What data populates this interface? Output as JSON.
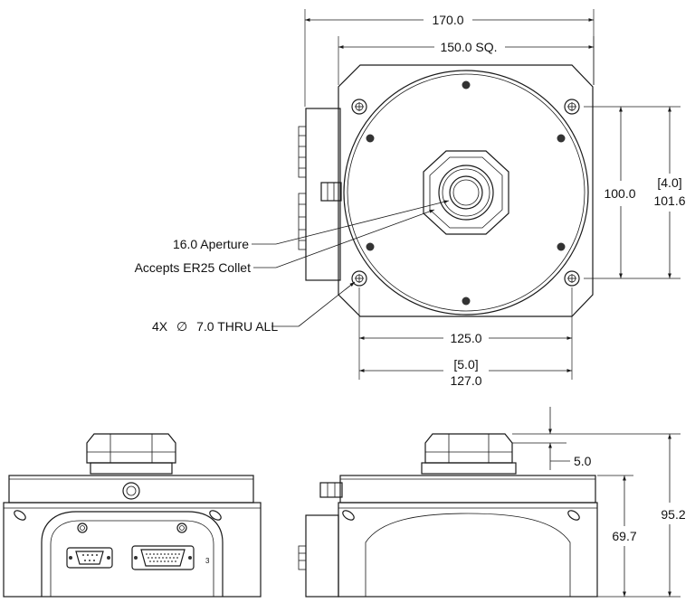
{
  "top_view": {
    "dims": {
      "overall_width": "170.0",
      "square": "150.0 SQ.",
      "hole_spacing_vertical": "100.0",
      "alt_vertical_top": "[4.0]",
      "alt_vertical_bottom": "101.6",
      "hole_spacing_horizontal": "125.0",
      "alt_horizontal_top": "[5.0]",
      "alt_horizontal_bottom": "127.0"
    },
    "callouts": {
      "aperture": "16.0 Aperture",
      "collet": "Accepts ER25 Collet",
      "holes_prefix": "4X",
      "holes_symbol": "∅",
      "holes_text": "7.0 THRU ALL"
    }
  },
  "front_view": {
    "connector_mark": "3"
  },
  "side_view": {
    "dims": {
      "nut_height": "5.0",
      "body_height": "69.7",
      "total_height": "95.2"
    }
  }
}
